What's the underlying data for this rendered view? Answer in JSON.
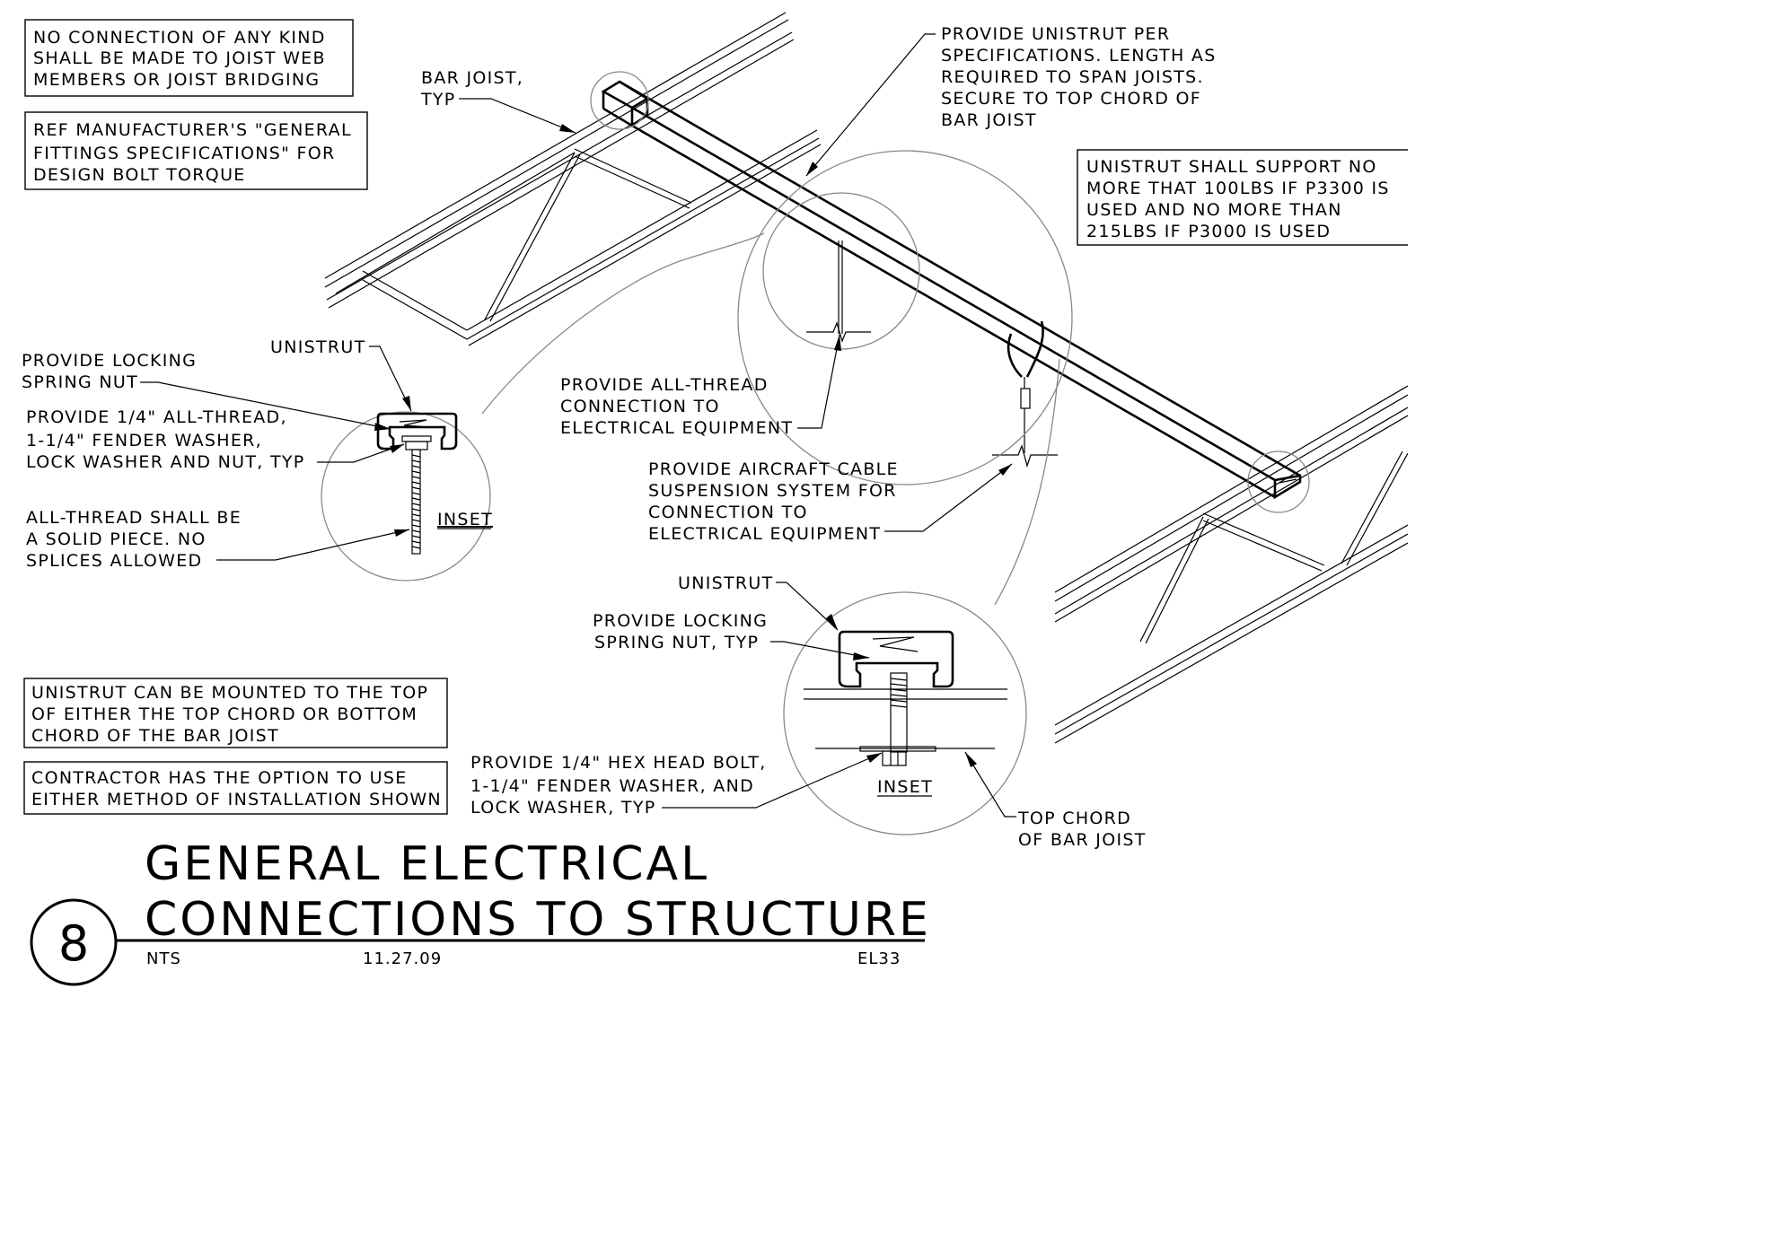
{
  "notes": {
    "no_connection": [
      "NO CONNECTION OF ANY KIND",
      "SHALL BE MADE TO JOIST WEB",
      "MEMBERS OR JOIST BRIDGING"
    ],
    "ref_manufacturer": [
      "REF MANUFACTURER'S \"GENERAL",
      "FITTINGS SPECIFICATIONS\" FOR",
      "DESIGN BOLT TORQUE"
    ],
    "unistrut_support": [
      "UNISTRUT SHALL SUPPORT NO",
      "MORE THAT 100LBS IF P3300 IS",
      "USED AND NO MORE THAN",
      "215LBS IF P3000 IS USED"
    ],
    "unistrut_mounted": [
      "UNISTRUT CAN BE MOUNTED TO THE TOP",
      "OF EITHER THE TOP CHORD OR BOTTOM",
      "CHORD OF THE BAR JOIST"
    ],
    "contractor_option": [
      "CONTRACTOR HAS THE OPTION TO USE",
      "EITHER METHOD OF INSTALLATION SHOWN"
    ]
  },
  "callouts": {
    "bar_joist": [
      "BAR JOIST,",
      "TYP"
    ],
    "provide_unistrut": [
      "PROVIDE UNISTRUT PER",
      "SPECIFICATIONS. LENGTH AS",
      "REQUIRED TO SPAN JOISTS.",
      "SECURE TO TOP CHORD OF",
      "BAR JOIST"
    ],
    "unistrut_left": "UNISTRUT",
    "spring_nut_left": [
      "PROVIDE LOCKING",
      "SPRING NUT"
    ],
    "all_thread_left": [
      "PROVIDE 1/4\" ALL-THREAD,",
      "1-1/4\" FENDER WASHER,",
      "LOCK WASHER AND NUT, TYP"
    ],
    "all_thread_solid": [
      "ALL-THREAD SHALL BE",
      "A SOLID PIECE. NO",
      "SPLICES ALLOWED"
    ],
    "inset_left": "INSET",
    "all_thread_connection": [
      "PROVIDE ALL-THREAD",
      "CONNECTION TO",
      "ELECTRICAL EQUIPMENT"
    ],
    "aircraft_cable": [
      "PROVIDE AIRCRAFT CABLE",
      "SUSPENSION SYSTEM FOR",
      "CONNECTION TO",
      "ELECTRICAL EQUIPMENT"
    ],
    "unistrut_right": "UNISTRUT",
    "spring_nut_right": [
      "PROVIDE LOCKING",
      "SPRING NUT, TYP"
    ],
    "hex_bolt": [
      "PROVIDE 1/4\" HEX HEAD BOLT,",
      "1-1/4\" FENDER WASHER, AND",
      "LOCK WASHER, TYP"
    ],
    "inset_right": "INSET",
    "top_chord": [
      "TOP CHORD",
      "OF BAR JOIST"
    ]
  },
  "title_block": {
    "detail_number": "8",
    "title_line1": "GENERAL ELECTRICAL",
    "title_line2": "CONNECTIONS TO STRUCTURE",
    "scale": "NTS",
    "date": "11.27.09",
    "sheet": "EL33"
  }
}
